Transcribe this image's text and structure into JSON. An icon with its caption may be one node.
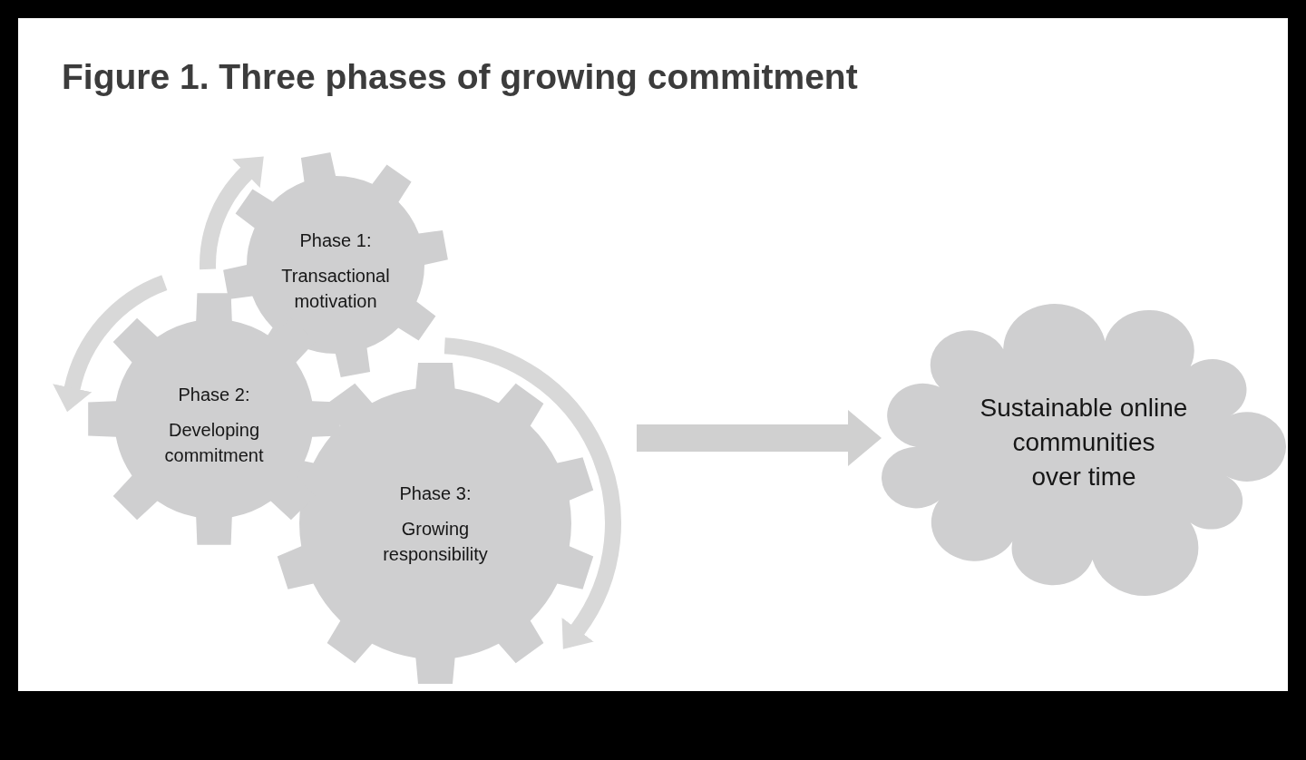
{
  "diagram": {
    "title": "Figure 1. Three phases of growing commitment",
    "nodes": [
      {
        "text": [
          "Phase 1:",
          "Transactional motivation"
        ]
      },
      {
        "text": [
          "Phase 2:",
          "Developing commitment"
        ]
      },
      {
        "text": [
          "Phase 3:",
          "Growing responsibility"
        ]
      },
      {
        "text": [
          "Sustainable online communities over time"
        ]
      }
    ],
    "edges": [
      {
        "from": 2,
        "to": 3,
        "arrow": "to"
      }
    ]
  }
}
